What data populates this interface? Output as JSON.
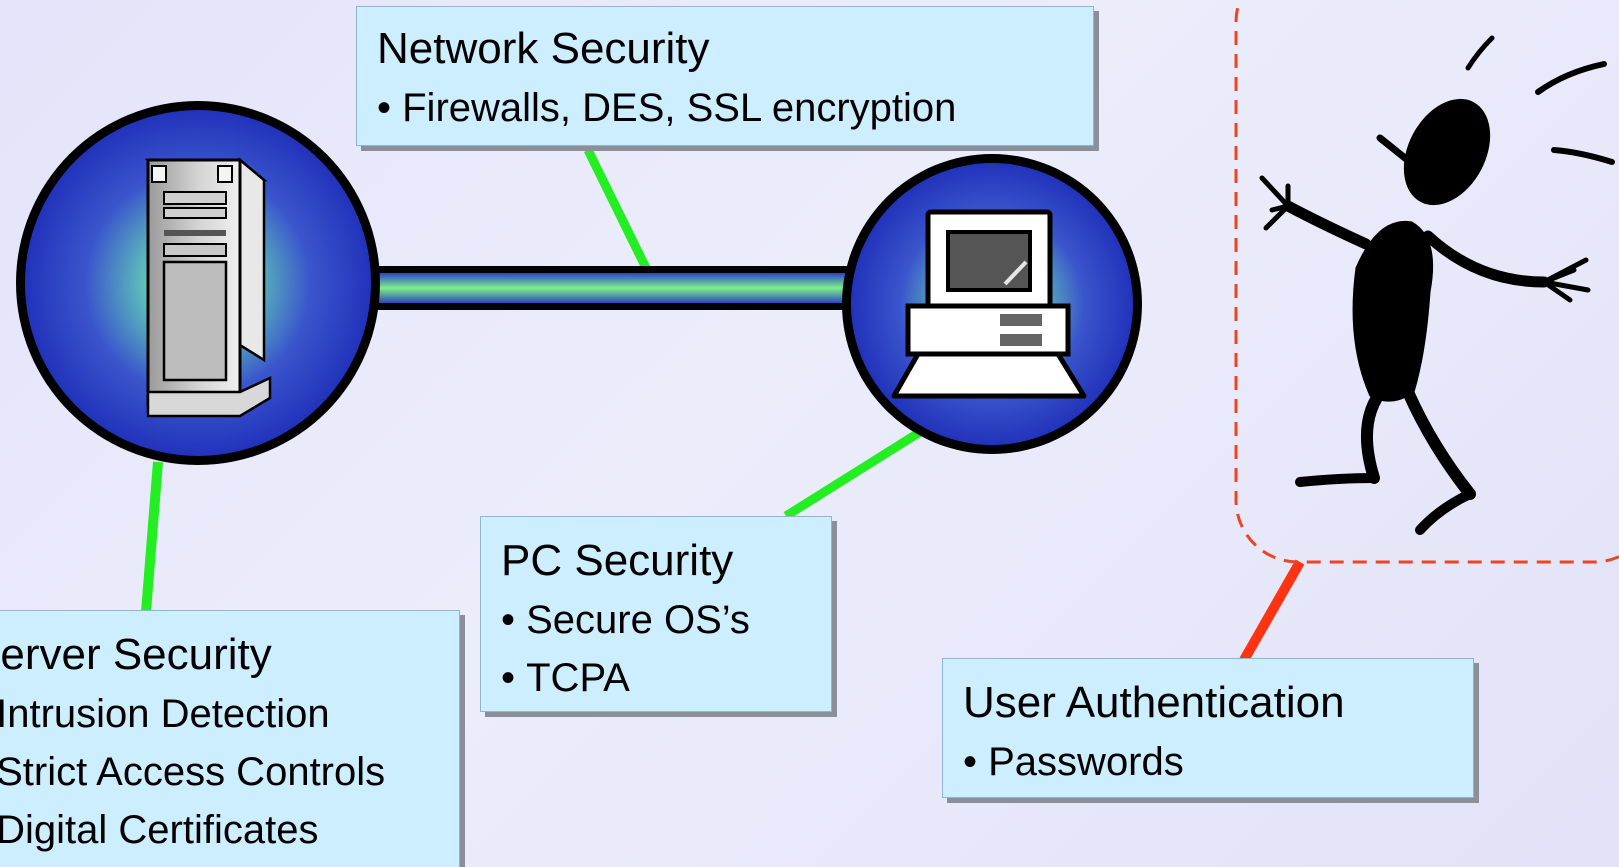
{
  "diagram": {
    "network": {
      "title": "Network Security",
      "items": [
        "Firewalls, DES, SSL encryption"
      ]
    },
    "pc": {
      "title": "PC Security",
      "items": [
        "Secure OS’s",
        "TCPA"
      ]
    },
    "server": {
      "title": "Server Security",
      "items": [
        "Intrusion Detection",
        "Strict Access Controls",
        "Digital Certificates"
      ]
    },
    "user": {
      "title": "User Authentication",
      "items": [
        "Passwords"
      ]
    },
    "icons": [
      "server-tower-icon",
      "desktop-computer-icon",
      "user-figure-icon"
    ],
    "colors": {
      "box_fill": "#cdeeff",
      "connector_green": "#22ee22",
      "connector_red": "#ff3311",
      "dashed_border": "#ee4422",
      "node_blue": "#2233bb",
      "node_glow": "#88ee99"
    }
  }
}
